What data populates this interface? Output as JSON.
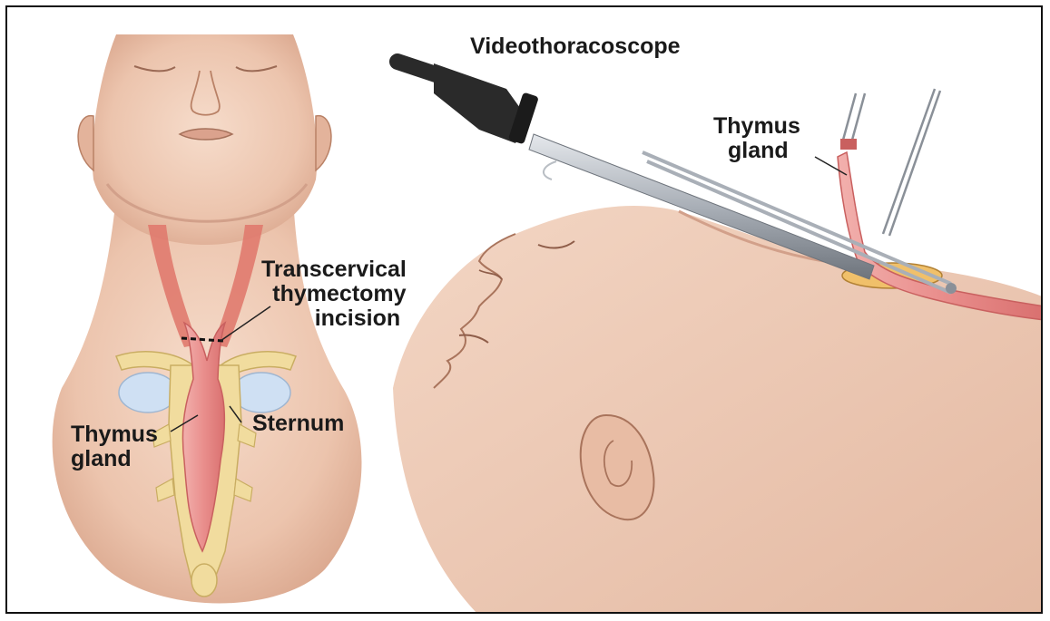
{
  "labels": {
    "videothoracoscope": "Videothoracoscope",
    "thymus_right_line1": "Thymus",
    "thymus_right_line2": "gland",
    "transcervical_line1": "Transcervical",
    "transcervical_line2": "thymectomy",
    "transcervical_line3": "incision",
    "thymus_left_line1": "Thymus",
    "thymus_left_line2": "gland",
    "sternum": "Sternum"
  },
  "colors": {
    "skin": "#f1d3c0",
    "skin_shadow": "#d9ab92",
    "skin_line": "#a9745c",
    "muscle": "#e07a6e",
    "bone": "#f1dc9e",
    "bone_line": "#c9ad62",
    "thymus": "#eda2a2",
    "lung": "#cfe0f3",
    "instrument_steel": "#b9bec4",
    "scope_body": "#2a2a2a",
    "border": "#111111"
  }
}
